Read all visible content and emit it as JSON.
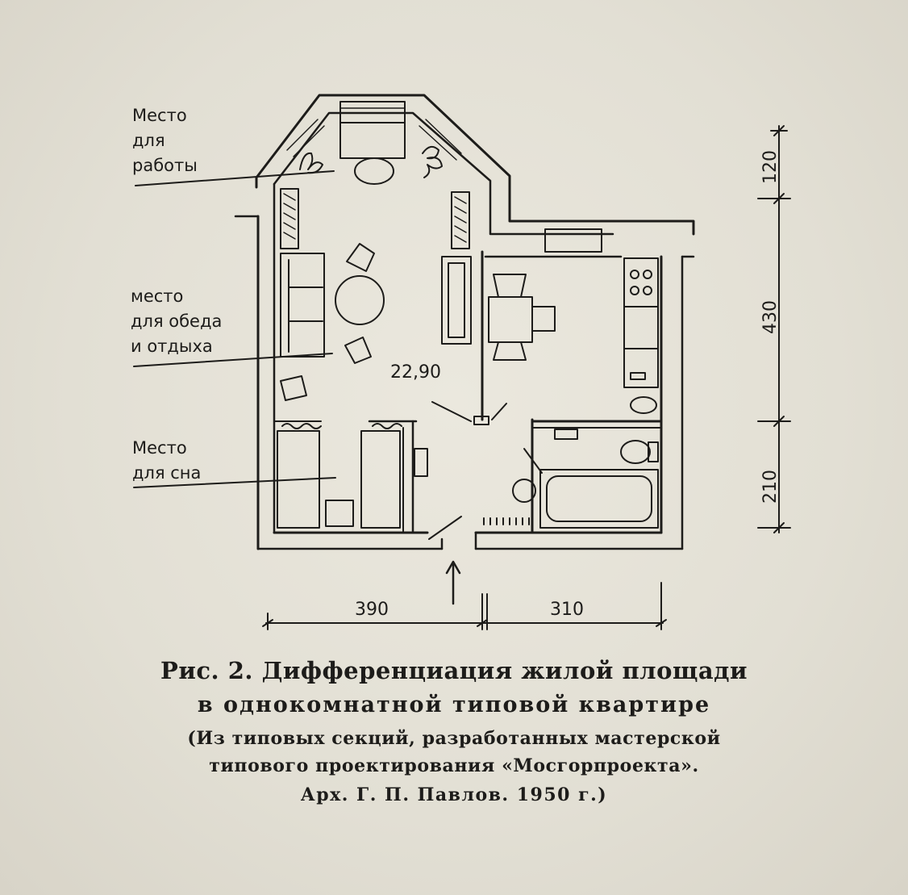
{
  "labels": {
    "work": "Место\nдля\nработы",
    "dining": "место\nдля обеда\nи отдыха",
    "sleep": "Место\nдля сна"
  },
  "area": "22,90",
  "dimensions": {
    "bottom_left": "390",
    "bottom_right": "310",
    "right_top": "120",
    "right_middle": "430",
    "right_bottom": "210"
  },
  "caption": {
    "line1": "Рис. 2. Дифференциация жилой площади",
    "line2": "в однокомнатной типовой квартире",
    "line3": "(Из типовых секций, разработанных мастерской",
    "line4": "типового проектирования «Мосгорпроекта».",
    "line5": "Арх. Г. П. Павлов. 1950 г.)"
  }
}
